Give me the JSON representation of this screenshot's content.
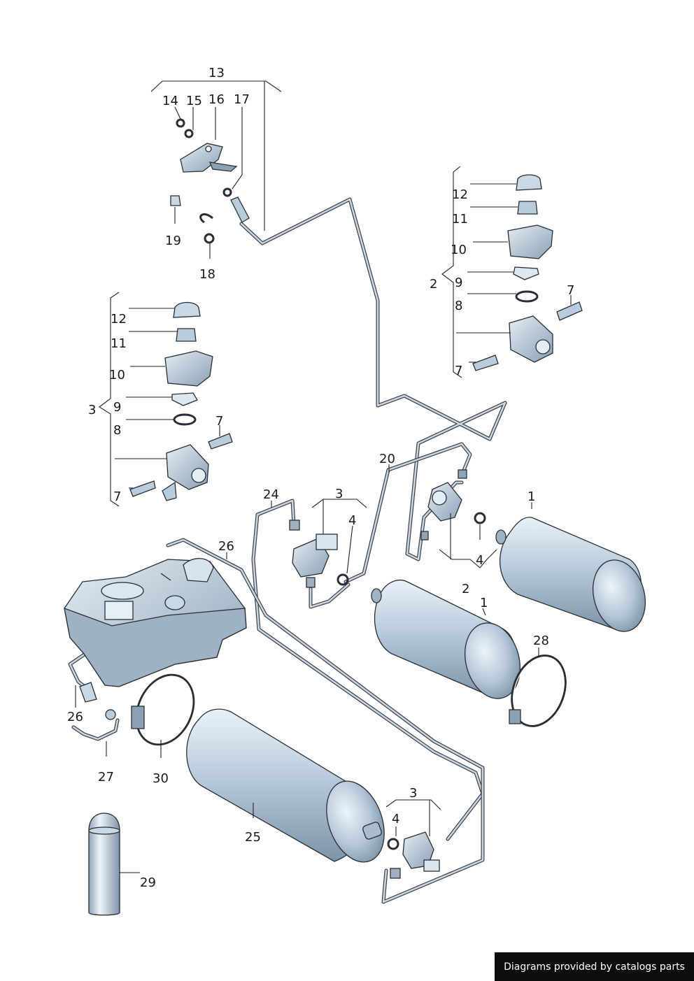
{
  "callouts": {
    "c13": "13",
    "c14": "14",
    "c15": "15",
    "c16": "16",
    "c17": "17",
    "c18": "18",
    "c19": "19",
    "right_group": {
      "c12": "12",
      "c11": "11",
      "c10": "10",
      "c9": "9",
      "c8": "8",
      "c7a": "7",
      "c7b": "7",
      "c2": "2"
    },
    "left_group": {
      "c12": "12",
      "c11": "11",
      "c10": "10",
      "c9": "9",
      "c8": "8",
      "c7a": "7",
      "c7b": "7",
      "c3": "3"
    },
    "c20": "20",
    "c24": "24",
    "c3_mid": "3",
    "c4_mid": "4",
    "c1_upper": "1",
    "c4_upper": "4",
    "c2_mid": "2",
    "c1_mid": "1",
    "c26_top": "26",
    "c26_side": "26",
    "c27": "27",
    "c28": "28",
    "c30": "30",
    "c25": "25",
    "c3_low": "3",
    "c4_low": "4",
    "c29": "29"
  },
  "footer": {
    "text": "Diagrams provided by catalogs parts"
  },
  "colors": {
    "part_fill": "#b9ccdc",
    "part_light": "#e4edf5",
    "part_dark": "#5f7488",
    "outline": "#2a2f35"
  },
  "icons": [
    "cylinder-tank",
    "pressure-valve",
    "o-ring",
    "cap-nut",
    "hose-clamp",
    "fuel-tank",
    "pipe-line"
  ]
}
